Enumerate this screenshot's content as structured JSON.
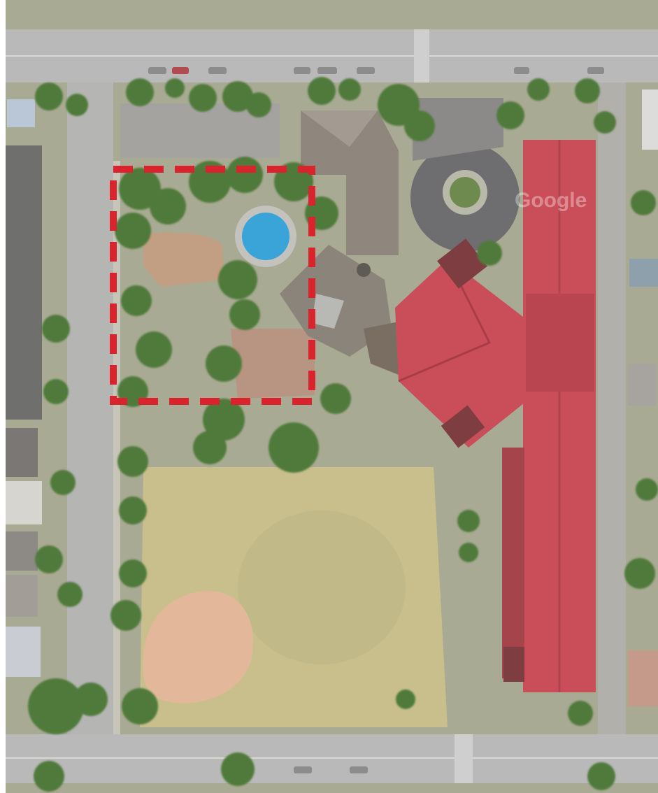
{
  "map": {
    "view": "satellite",
    "watermark": "Google",
    "colors": {
      "road": "#b9b9b9",
      "grass": "#c9bf8c",
      "tree": "#4f7a3a",
      "roof_red": "#c94e59",
      "roof_gray": "#8f877d",
      "pool": "#3aa3d8",
      "infield": "#e3b89a",
      "highlight": "#d9232d"
    },
    "highlight_region": {
      "style": "dashed-rectangle",
      "color": "#d9232d"
    }
  }
}
